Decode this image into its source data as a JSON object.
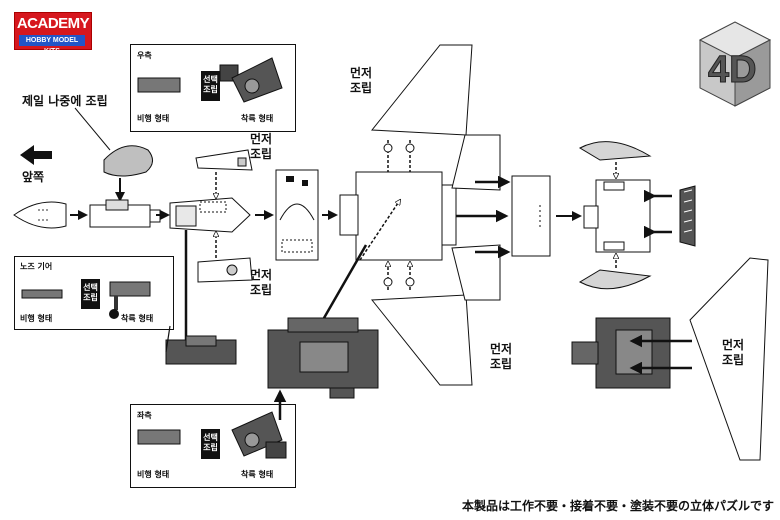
{
  "brand": {
    "name": "ACADEMY",
    "sub": "HOBBY MODEL KITS"
  },
  "labels": {
    "last_assembly": "제일 나중에 조립",
    "front": "앞쪽",
    "assemble_first": "먼저\n조립",
    "optional": "선택\n조립"
  },
  "panels": {
    "right": {
      "title": "우측",
      "flight": "비행 형태",
      "landing": "착륙 형태"
    },
    "nose": {
      "title": "노즈 기어",
      "flight": "비행 형태",
      "landing": "착륙 형태"
    },
    "left": {
      "title": "좌측",
      "flight": "비행 형태",
      "landing": "착륙 형태"
    }
  },
  "footer": "本製品は工作不要・接着不要・塗装不要の立体パズルです"
}
